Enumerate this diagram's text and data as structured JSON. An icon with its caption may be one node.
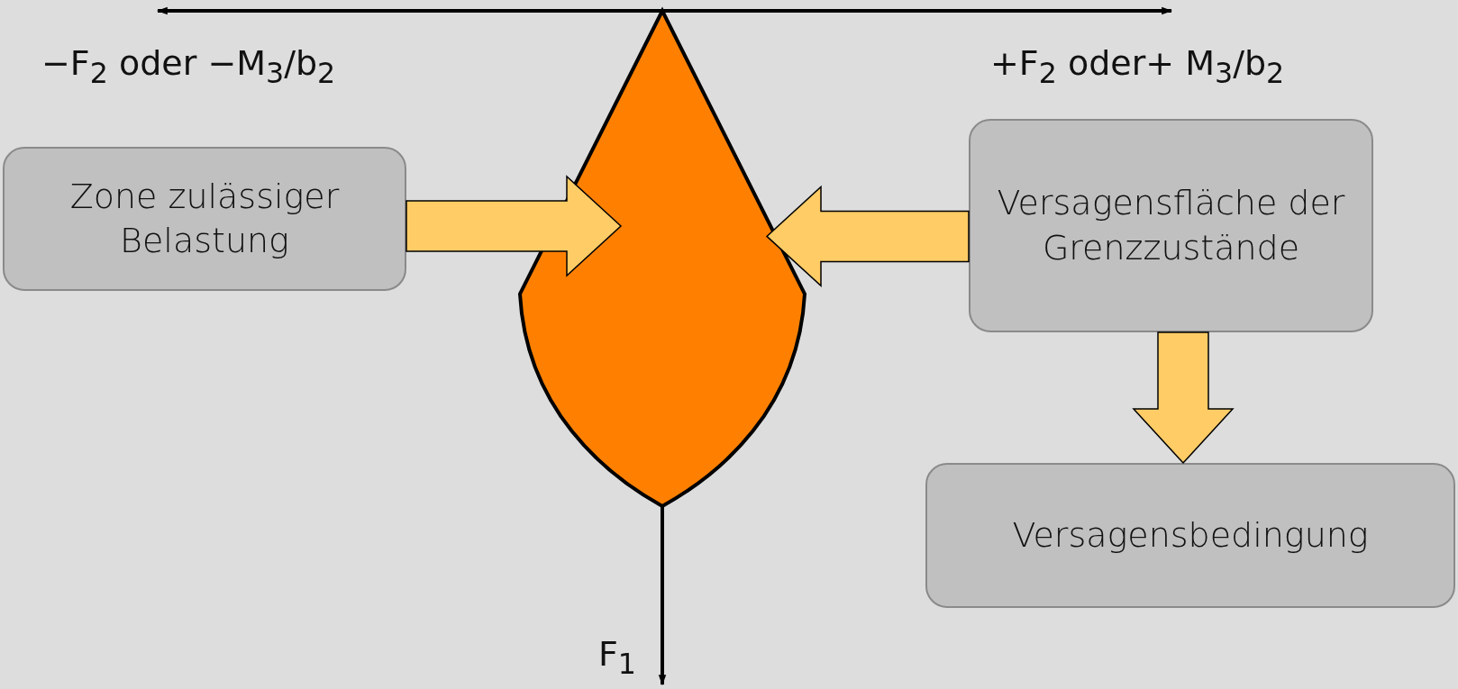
{
  "diagram": {
    "nodes": [
      {
        "text": [
          "Zone zulässiger Belastung"
        ]
      },
      {
        "text": [],
        "shape": "drop"
      },
      {
        "text": [
          "Versagensfläche der Grenzzustände"
        ]
      },
      {
        "text": [
          "Versagensbedingung"
        ]
      }
    ],
    "edges": [
      {
        "from": 0,
        "to": 1,
        "arrow": "to"
      },
      {
        "from": 2,
        "to": 1,
        "arrow": "to"
      },
      {
        "from": 2,
        "to": 3,
        "arrow": "to"
      }
    ],
    "labels": [
      "−F$_{2}$ oder −M$_{3}$/b$_{2}$",
      "+F$_{2}$ oder+ M$_{3}$/b$_{2}$",
      "F$_{1}$"
    ]
  }
}
